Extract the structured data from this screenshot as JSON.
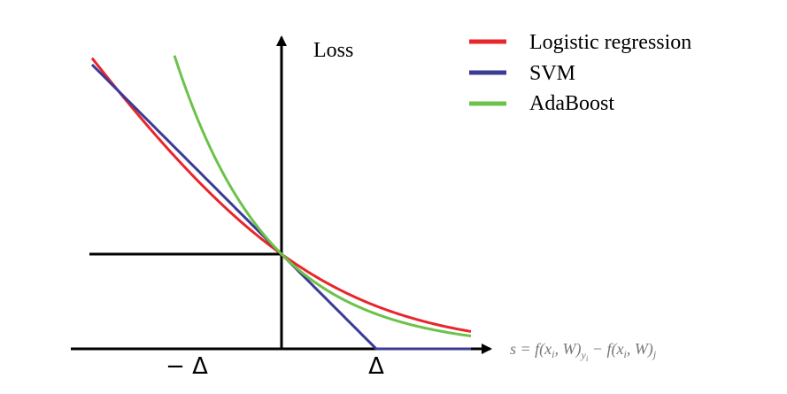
{
  "chart_data": {
    "type": "line",
    "ylabel": "Loss",
    "xlabel": "s = f(x_i, W)_{y_i} − f(x_i, W)_j",
    "x_ticks": [
      {
        "value": -1,
        "label": "− Δ"
      },
      {
        "value": 1,
        "label": "Δ"
      }
    ],
    "reference_level": 1,
    "series": [
      {
        "name": "Logistic regression",
        "color": "#e8262b",
        "formula": "log2(1 + exp(-s))",
        "x_range": [
          -2,
          2
        ]
      },
      {
        "name": "SVM",
        "color": "#3b3b96",
        "formula": "max(0, 1 - s)",
        "x_range": [
          -2,
          2
        ]
      },
      {
        "name": "AdaBoost",
        "color": "#6cc24a",
        "formula": "exp(-s)",
        "x_range": [
          -1.13,
          2
        ]
      }
    ],
    "legend_position": "top-right",
    "grid": false
  }
}
